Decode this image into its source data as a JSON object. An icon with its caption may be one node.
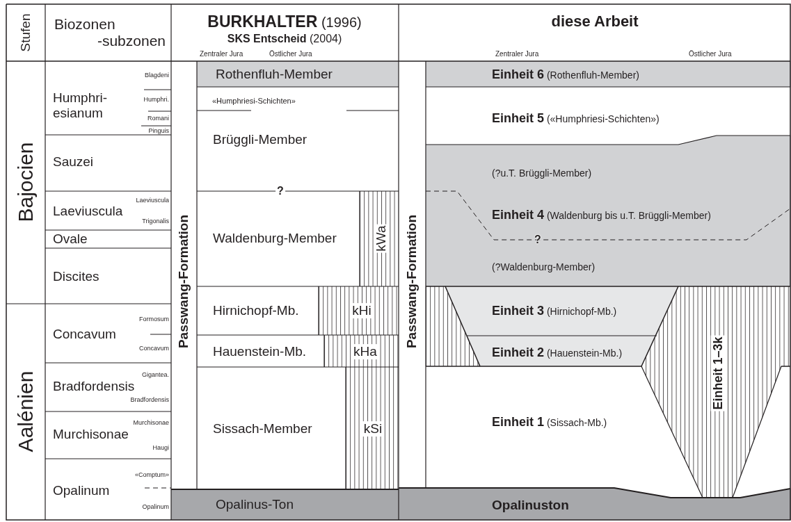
{
  "diagram": {
    "nodes": [
      {
        "text": [
          "Stufen"
        ]
      },
      {
        "text": [
          "Biozonen -subzonen"
        ]
      },
      {
        "text": [
          "**BURKHALTER** (1996)",
          "**SKS Entscheid** (2004)",
          "Zentraler Jura",
          "Östlicher Jura"
        ]
      },
      {
        "text": [
          "diese Arbeit",
          "Zentraler Jura",
          "Östlicher Jura"
        ]
      },
      {
        "text": [
          "Bajocien"
        ]
      },
      {
        "text": [
          "Aalénien"
        ]
      },
      {
        "text": [
          "Humphri- esianum",
          "Blagdeni",
          "Humphri.",
          "Romani",
          "Pinguis"
        ]
      },
      {
        "text": [
          "Sauzei"
        ]
      },
      {
        "text": [
          "Laeviuscula",
          "Laeviuscula",
          "Trigonalis"
        ]
      },
      {
        "text": [
          "Ovale"
        ]
      },
      {
        "text": [
          "Discites"
        ]
      },
      {
        "text": [
          "Concavum",
          "Formosum",
          "Concavum"
        ]
      },
      {
        "text": [
          "Bradfordensis",
          "Gigantea.",
          "Bradfordensis"
        ]
      },
      {
        "text": [
          "Murchisonae",
          "Murchisonae",
          "Haugi"
        ]
      },
      {
        "text": [
          "Opalinum",
          "«Comptum»",
          "Opalinum"
        ]
      },
      {
        "text": [
          "Passwang-Formation"
        ]
      },
      {
        "text": [
          "Rothenfluh-Member"
        ]
      },
      {
        "text": [
          "«Humphriesi-Schichten»"
        ]
      },
      {
        "text": [
          "Brüggli-Member"
        ]
      },
      {
        "text": [
          "Waldenburg-Member"
        ]
      },
      {
        "text": [
          "kWa"
        ]
      },
      {
        "text": [
          "Hirnichopf-Mb."
        ]
      },
      {
        "text": [
          "kHi"
        ]
      },
      {
        "text": [
          "Hauenstein-Mb."
        ]
      },
      {
        "text": [
          "kHa"
        ]
      },
      {
        "text": [
          "Sissach-Member"
        ]
      },
      {
        "text": [
          "kSi"
        ]
      },
      {
        "text": [
          "Opalinus-Ton"
        ]
      },
      {
        "text": [
          "Passwang-Formation"
        ]
      },
      {
        "text": [
          "**Einheit 6** (Rothenfluh-Member)"
        ]
      },
      {
        "text": [
          "**Einheit 5** («Humphriesi-Schichten»)"
        ]
      },
      {
        "text": [
          "(?u.T. Brüggli-Member)",
          "**Einheit 4** (Waldenburg bis u.T. Brüggli-Member)",
          "(?Waldenburg-Member)"
        ]
      },
      {
        "text": [],
        "shape": "box"
      },
      {
        "text": [
          "**Einheit 3** (Hirnichopf-Mb.)"
        ]
      },
      {
        "text": [
          "**Einheit 2** (Hauenstein-Mb.)"
        ]
      },
      {
        "text": [
          "**Einheit 1** (Sissach-Mb.)"
        ]
      },
      {
        "text": [
          "Einheit 1–3k"
        ]
      },
      {
        "text": [
          "Opalinuston"
        ]
      }
    ],
    "labels": [
      "?",
      "?"
    ]
  }
}
